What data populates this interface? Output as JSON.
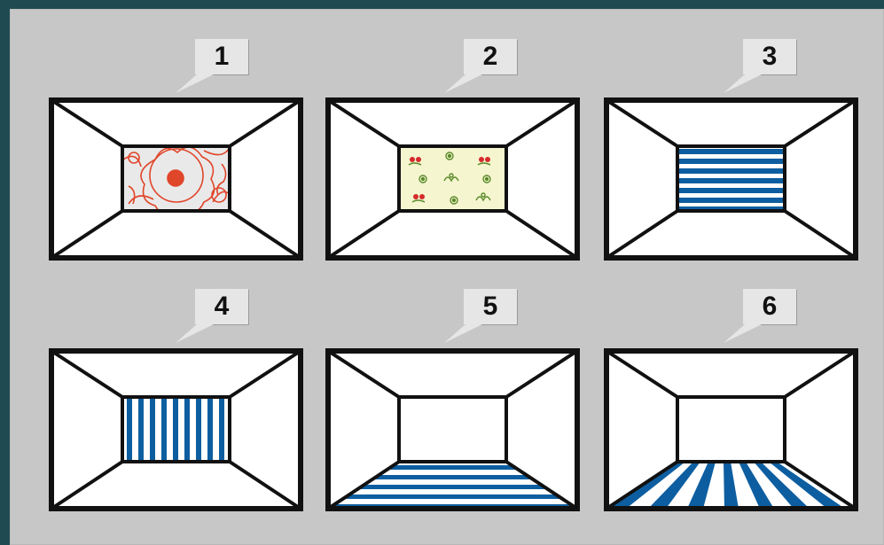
{
  "colors": {
    "background": "#1f4a52",
    "panel": "#c7c7c7",
    "frame": "#111111",
    "stripe": "#0d5ea0",
    "callout": "#e6e6e6"
  },
  "rooms": [
    {
      "label": "1",
      "pattern": "floral-wallpaper-back-wall"
    },
    {
      "label": "2",
      "pattern": "small-flower-print-back-wall"
    },
    {
      "label": "3",
      "pattern": "horizontal-stripes-back-wall"
    },
    {
      "label": "4",
      "pattern": "vertical-stripes-back-wall"
    },
    {
      "label": "5",
      "pattern": "horizontal-stripes-floor"
    },
    {
      "label": "6",
      "pattern": "radiating-stripes-floor"
    }
  ]
}
